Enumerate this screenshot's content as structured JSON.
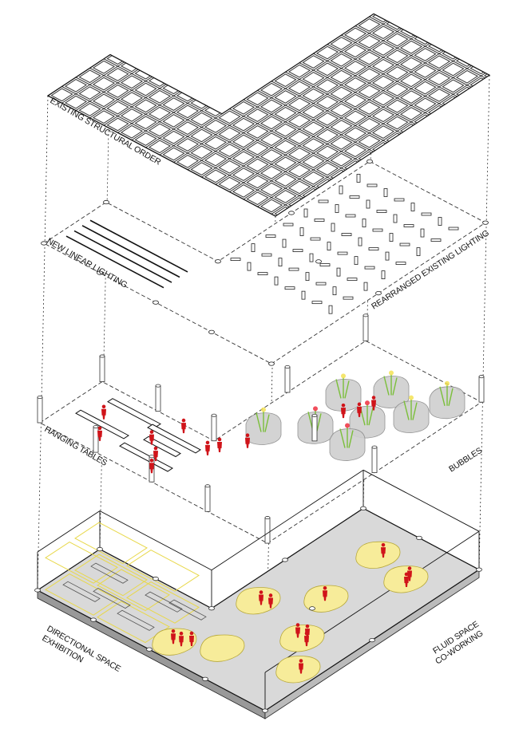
{
  "labels": {
    "structural": "EXISTING STRUCTURAL ORDER",
    "linear_lighting": "NEW LINEAR LIGHTING",
    "rearranged_lighting": "REARRANGED EXISTING LIGHTING",
    "hanging_tables": "HANGING TABLES",
    "bubbles": "BUBBLES",
    "directional_1": "DIRECTIONAL SPACE",
    "directional_2": "EXHIBITION",
    "fluid_1": "FLUID SPACE",
    "fluid_2": "CO-WORKING"
  },
  "colors": {
    "people": "#d0141a",
    "zone": "#f7ec9a",
    "floor": "#d9d9d9",
    "bubble": "#cfcfcf",
    "plant": "#7bbf3a",
    "exhibit": "#e8d84a"
  }
}
